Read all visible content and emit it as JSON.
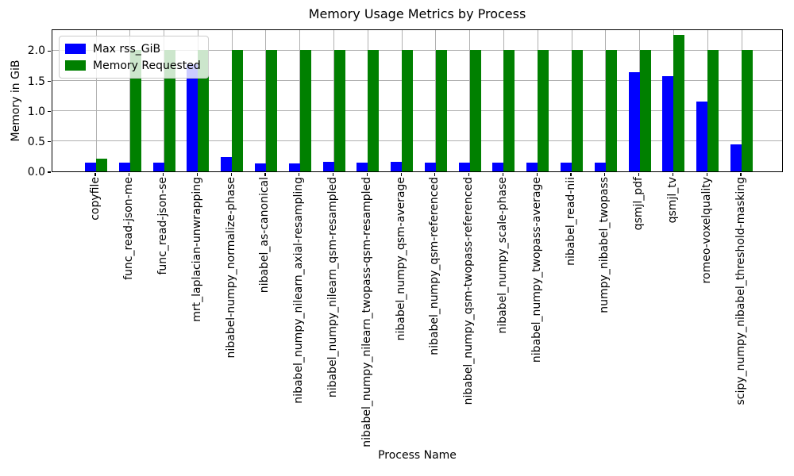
{
  "title": "Memory Usage Metrics by Process",
  "colors": {
    "max_rss": "#0000ff",
    "memory_requested": "#008000",
    "grid": "#b0b0b0",
    "axis": "#000000",
    "background": "#ffffff"
  },
  "chart_data": {
    "type": "bar",
    "title": "Memory Usage Metrics by Process",
    "xlabel": "Process Name",
    "ylabel": "Memory in GiB",
    "ylim": [
      0,
      2.36
    ],
    "yticks": [
      0.0,
      0.5,
      1.0,
      1.5,
      2.0
    ],
    "grid": true,
    "legend_position": "upper left",
    "categories": [
      "copyfile",
      "func_read-json-me",
      "func_read-json-se",
      "mrt_laplacian-unwrapping",
      "nibabel-numpy_normalize-phase",
      "nibabel_as-canonical",
      "nibabel_numpy_nilearn_axial-resampling",
      "nibabel_numpy_nilearn_qsm-resampled",
      "nibabel_numpy_nilearn_twopass-qsm-resampled",
      "nibabel_numpy_qsm-average",
      "nibabel_numpy_qsm-referenced",
      "nibabel_numpy_qsm-twopass-referenced",
      "nibabel_numpy_scale-phase",
      "nibabel_numpy_twopass-average",
      "nibabel_read-nii",
      "numpy_nibabel_twopass",
      "qsmjl_pdf",
      "qsmjl_tv",
      "romeo-voxelquality",
      "scipy_numpy_nibabel_threshold-masking"
    ],
    "series": [
      {
        "name": "Max rss_GiB",
        "color": "#0000ff",
        "values": [
          0.15,
          0.14,
          0.14,
          1.77,
          0.24,
          0.13,
          0.13,
          0.16,
          0.15,
          0.16,
          0.14,
          0.15,
          0.14,
          0.15,
          0.14,
          0.15,
          1.64,
          1.57,
          1.15,
          0.45
        ]
      },
      {
        "name": "Memory Requested",
        "color": "#008000",
        "values": [
          0.21,
          2.0,
          2.0,
          2.0,
          2.0,
          2.0,
          2.0,
          2.0,
          2.0,
          2.0,
          2.0,
          2.0,
          2.0,
          2.0,
          2.0,
          2.0,
          2.0,
          2.25,
          2.0,
          2.0
        ]
      }
    ]
  }
}
